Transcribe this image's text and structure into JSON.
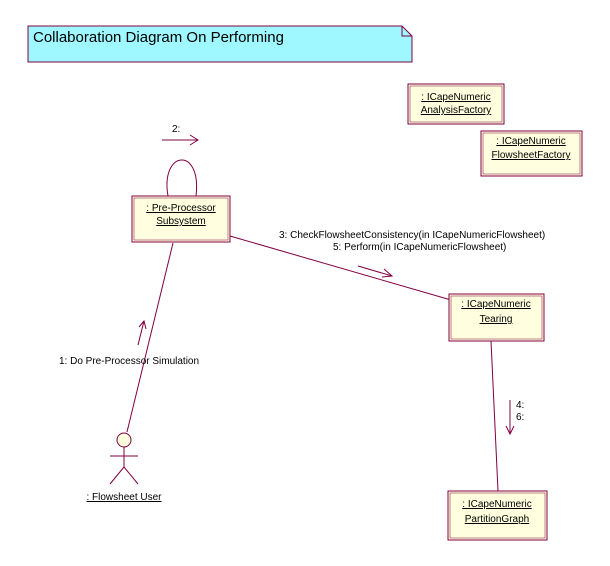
{
  "diagram": {
    "title": "Collaboration Diagram On Performing",
    "colors": {
      "note_fill": "#9ff8ff",
      "object_fill": "#ffffe0",
      "border": "#800040",
      "line": "#800040"
    },
    "objects": {
      "preprocessor": {
        "line1": ": Pre-Processor",
        "line2": "Subsystem"
      },
      "analysis_factory": {
        "line1": ": ICapeNumeric",
        "line2": "AnalysisFactory"
      },
      "flowsheet_factory": {
        "line1": ": ICapeNumeric",
        "line2": "FlowsheetFactory"
      },
      "tearing": {
        "line1": ": ICapeNumeric",
        "line2": "Tearing"
      },
      "partition_graph": {
        "line1": ": ICapeNumeric",
        "line2": "PartitionGraph"
      }
    },
    "actor": {
      "label": ": Flowsheet User"
    },
    "messages": {
      "m1": "1: Do Pre-Processor Simulation",
      "m2": "2:",
      "m3": "3: CheckFlowsheetConsistency(in ICapeNumericFlowsheet)",
      "m5": "5: Perform(in ICapeNumericFlowsheet)",
      "m4": "4:",
      "m6": "6:"
    }
  }
}
